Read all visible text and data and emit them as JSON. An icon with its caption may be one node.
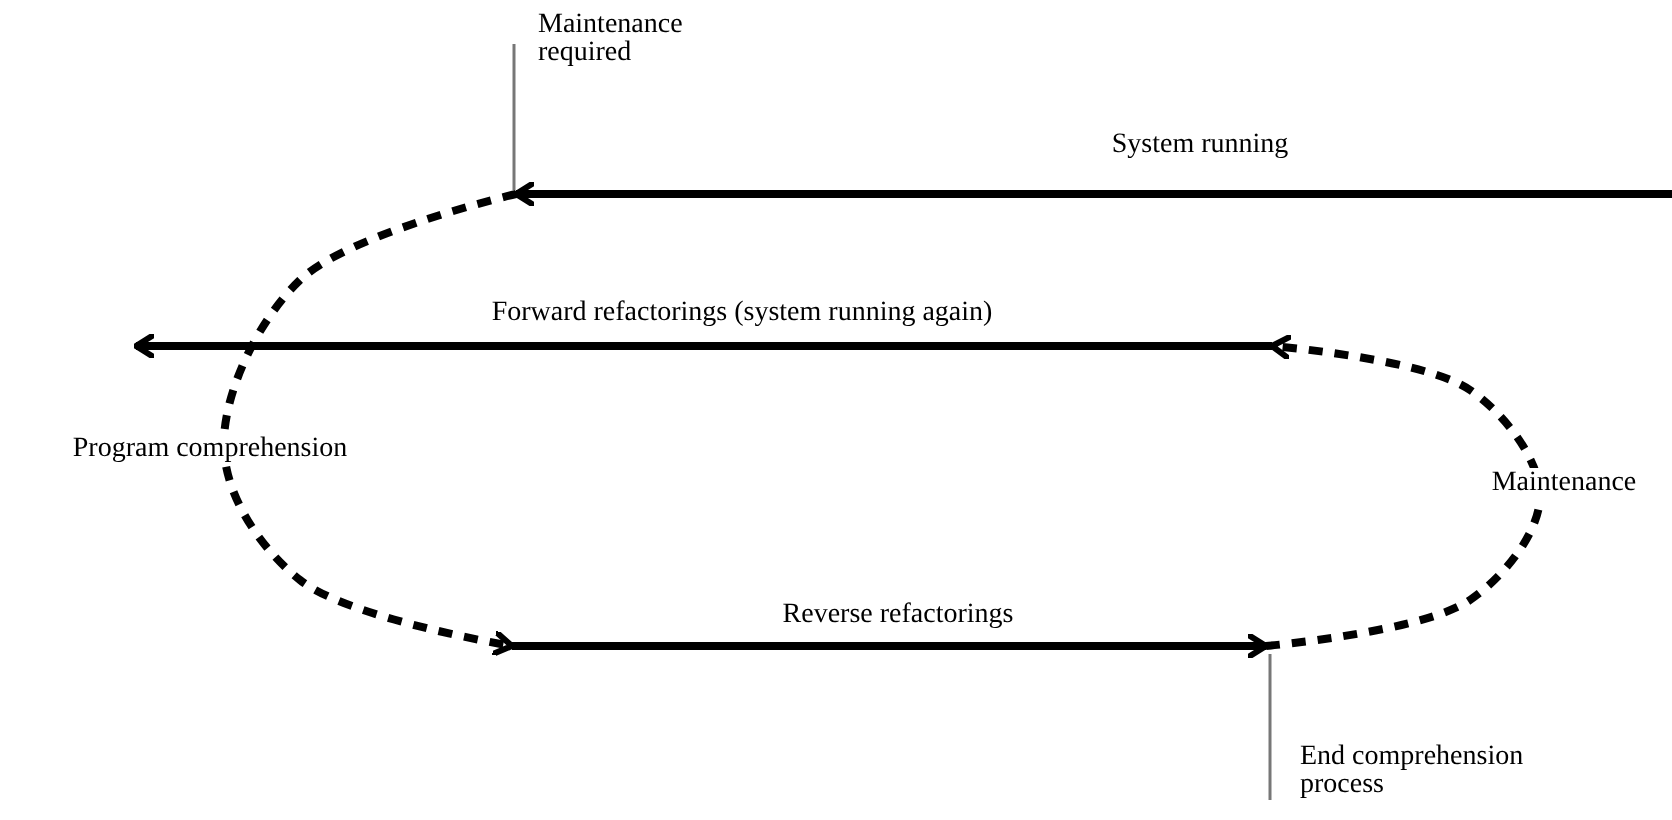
{
  "diagram": {
    "nodes": [
      {
        "text": [
          "Maintenance required"
        ]
      },
      {
        "text": [
          "End comprehension process"
        ]
      }
    ],
    "edges": [
      {
        "from": 0,
        "to": null,
        "arrow": "none"
      },
      {
        "from": 1,
        "to": null,
        "arrow": "none"
      }
    ],
    "labels": [
      "System running",
      "Forward refactorings (system running again)",
      "Program comprehension",
      "Maintenance",
      "Reverse refactorings"
    ]
  }
}
